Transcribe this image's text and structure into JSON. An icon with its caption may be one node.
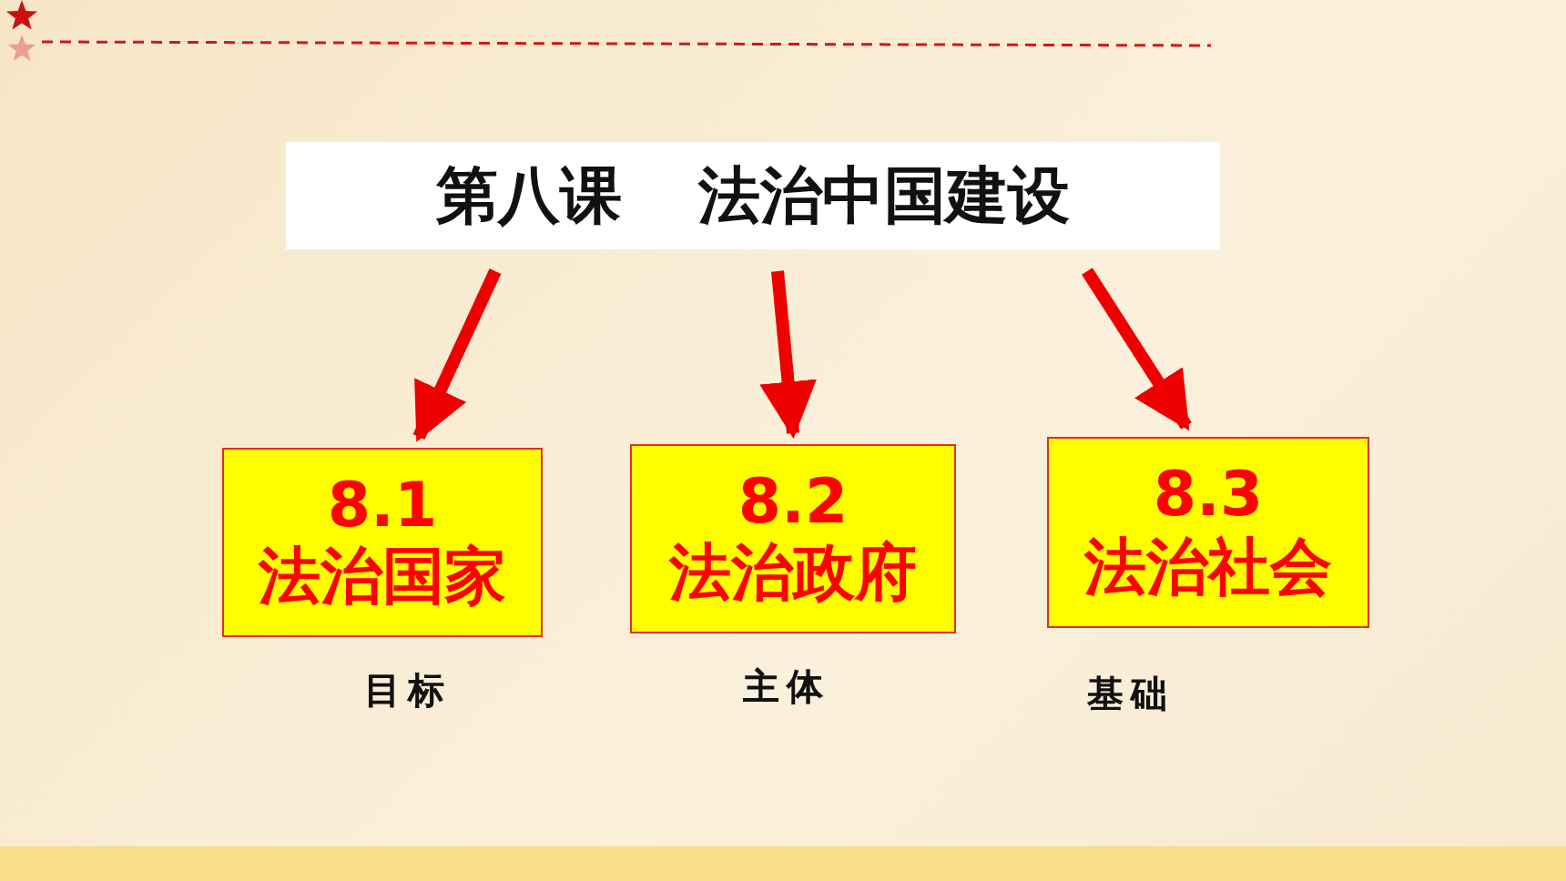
{
  "diagram": {
    "nodes": [
      {
        "text": [
          "第八课 法治中国建设"
        ]
      },
      {
        "text": [
          "8.1",
          "法治国家"
        ],
        "beside": [
          "目标"
        ]
      },
      {
        "text": [
          "8.2",
          "法治政府"
        ],
        "beside": [
          "主体"
        ]
      },
      {
        "text": [
          "8.3",
          "法治社会"
        ],
        "beside": [
          "基础"
        ]
      }
    ],
    "edges": [
      {
        "from": 0,
        "to": 1,
        "arrow": "to"
      },
      {
        "from": 0,
        "to": 2,
        "arrow": "to"
      },
      {
        "from": 0,
        "to": 3,
        "arrow": "to"
      }
    ]
  }
}
